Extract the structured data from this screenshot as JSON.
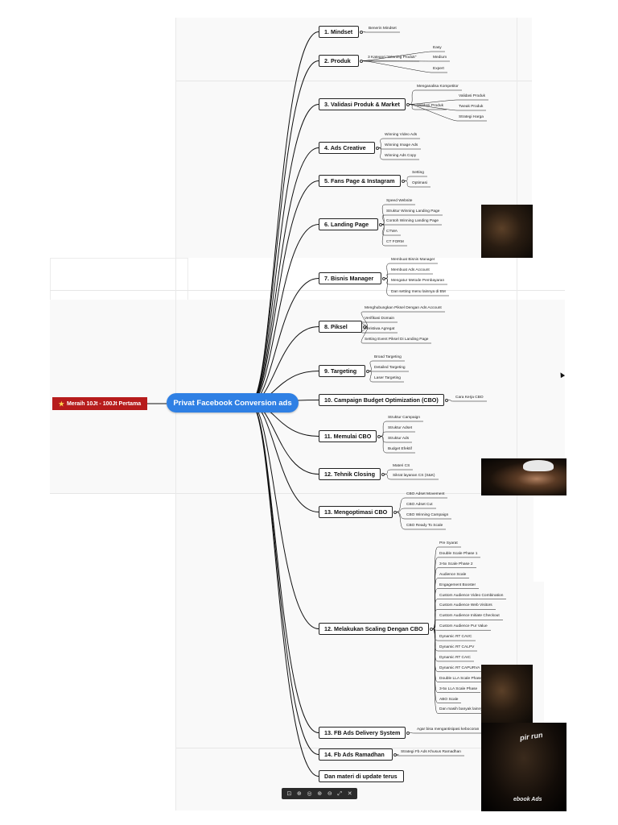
{
  "root_label": "Meraih 10Jt - 100Jt Pertama",
  "central_topic": "Privat Facebook Conversion ads",
  "topics": [
    {
      "label": "1. Mindset",
      "subs": [
        "Benerin Mindset"
      ]
    },
    {
      "label": "2. Produk",
      "subs": [
        "3 Kategori \"Winning Produk\"",
        "Easy",
        "Medium",
        "Expert"
      ]
    },
    {
      "label": "3. Validasi Produk & Market",
      "subs": [
        "Menganalisa Kompetitor",
        "Validasi Produk",
        "Validasi Produk",
        "Tweak Produk",
        "Strategi Harga"
      ]
    },
    {
      "label": "4. Ads Creative",
      "subs": [
        "Winning Video Ads",
        "Winning Image Ads",
        "Winning Ads Copy"
      ]
    },
    {
      "label": "5. Fans Page & Instagram",
      "subs": [
        "Setting",
        "Optimasi"
      ]
    },
    {
      "label": "6. Landing Page",
      "subs": [
        "Speed Website",
        "Struktur Winning Landing Page",
        "Contoh Winning Landing Page",
        "CTWA",
        "CT FORM"
      ]
    },
    {
      "label": "7. Bisnis Manager",
      "subs": [
        "Membuat Bisnis Manager",
        "Membuat Ads Account",
        "Mengatur Metode Pembayaran",
        "Dan setting menu lainnya di BM"
      ]
    },
    {
      "label": "8. Piksel",
      "subs": [
        "Menghubungkan Piksel Dengan Ads Account",
        "Verifikasi Domain",
        "Peristiwa Agregat",
        "Setting Event Piksel Di Landing Page"
      ]
    },
    {
      "label": "9. Targeting",
      "subs": [
        "Broad Targeting",
        "Detailed Targeting",
        "Laser Targeting"
      ]
    },
    {
      "label": "10. Campaign Budget Optimization (CBO)",
      "subs": [
        "Cara Kerja CBO"
      ]
    },
    {
      "label": "11. Memulai CBO",
      "subs": [
        "Struktur Campaign",
        "Struktur Adset",
        "Struktur Ads",
        "Budget Efektif"
      ]
    },
    {
      "label": "12. Tehnik Closing",
      "subs": [
        "Materi CS",
        "Sikrat layanan CS (S&K)"
      ]
    },
    {
      "label": "13. Mengoptimasi CBO",
      "subs": [
        "CBO Adset Movement",
        "CBO Adset Cut",
        "CBO Winning Campaign",
        "CBO Ready To Scale"
      ]
    },
    {
      "label": "12. Melakukan Scaling Dengan CBO",
      "subs": [
        "Pre Syarat",
        "Double Scale Phase 1",
        "3-5x Scale Phase 2",
        "Audience Scale",
        "Engagement Booster",
        "Custom Audience Video Combination",
        "Custom Audience Web Visitors",
        "Custom Audience Initiate Checkout",
        "Custom Audience Pur Value",
        "Dynamic RT CAVC",
        "Dynamic RT CALPV",
        "Dynamic RT CAIC",
        "Dynamic RT CAPURVA",
        "Double LLA Scale Phase",
        "3-5x LLA Scale Phase",
        "ABO Scale",
        "Dan masih banyak lainnya"
      ]
    },
    {
      "label": "13. FB Ads Delivery System",
      "subs": [
        "Agar bisa mengantisipasi kebocoran"
      ]
    },
    {
      "label": "14. Fb Ads Ramadhan",
      "subs": [
        "Strategi Fb Ads Khusus Ramadhan"
      ]
    },
    {
      "label": "Dan materi di update terus",
      "subs": []
    }
  ],
  "webcam_overlay_text": [
    "pir run",
    "ebook Ads"
  ],
  "toolbar_icons": [
    "save-icon",
    "add-icon",
    "center-icon",
    "zoom-in-icon",
    "zoom-out-icon",
    "fit-icon",
    "close-icon"
  ],
  "toolbar_glyphs": [
    "⊡",
    "⊕",
    "◎",
    "⊕",
    "⊖",
    "⤢",
    "✕"
  ],
  "colors": {
    "central_blue": "#2f80e4",
    "root_red": "#b71c1c",
    "line": "#111111"
  }
}
